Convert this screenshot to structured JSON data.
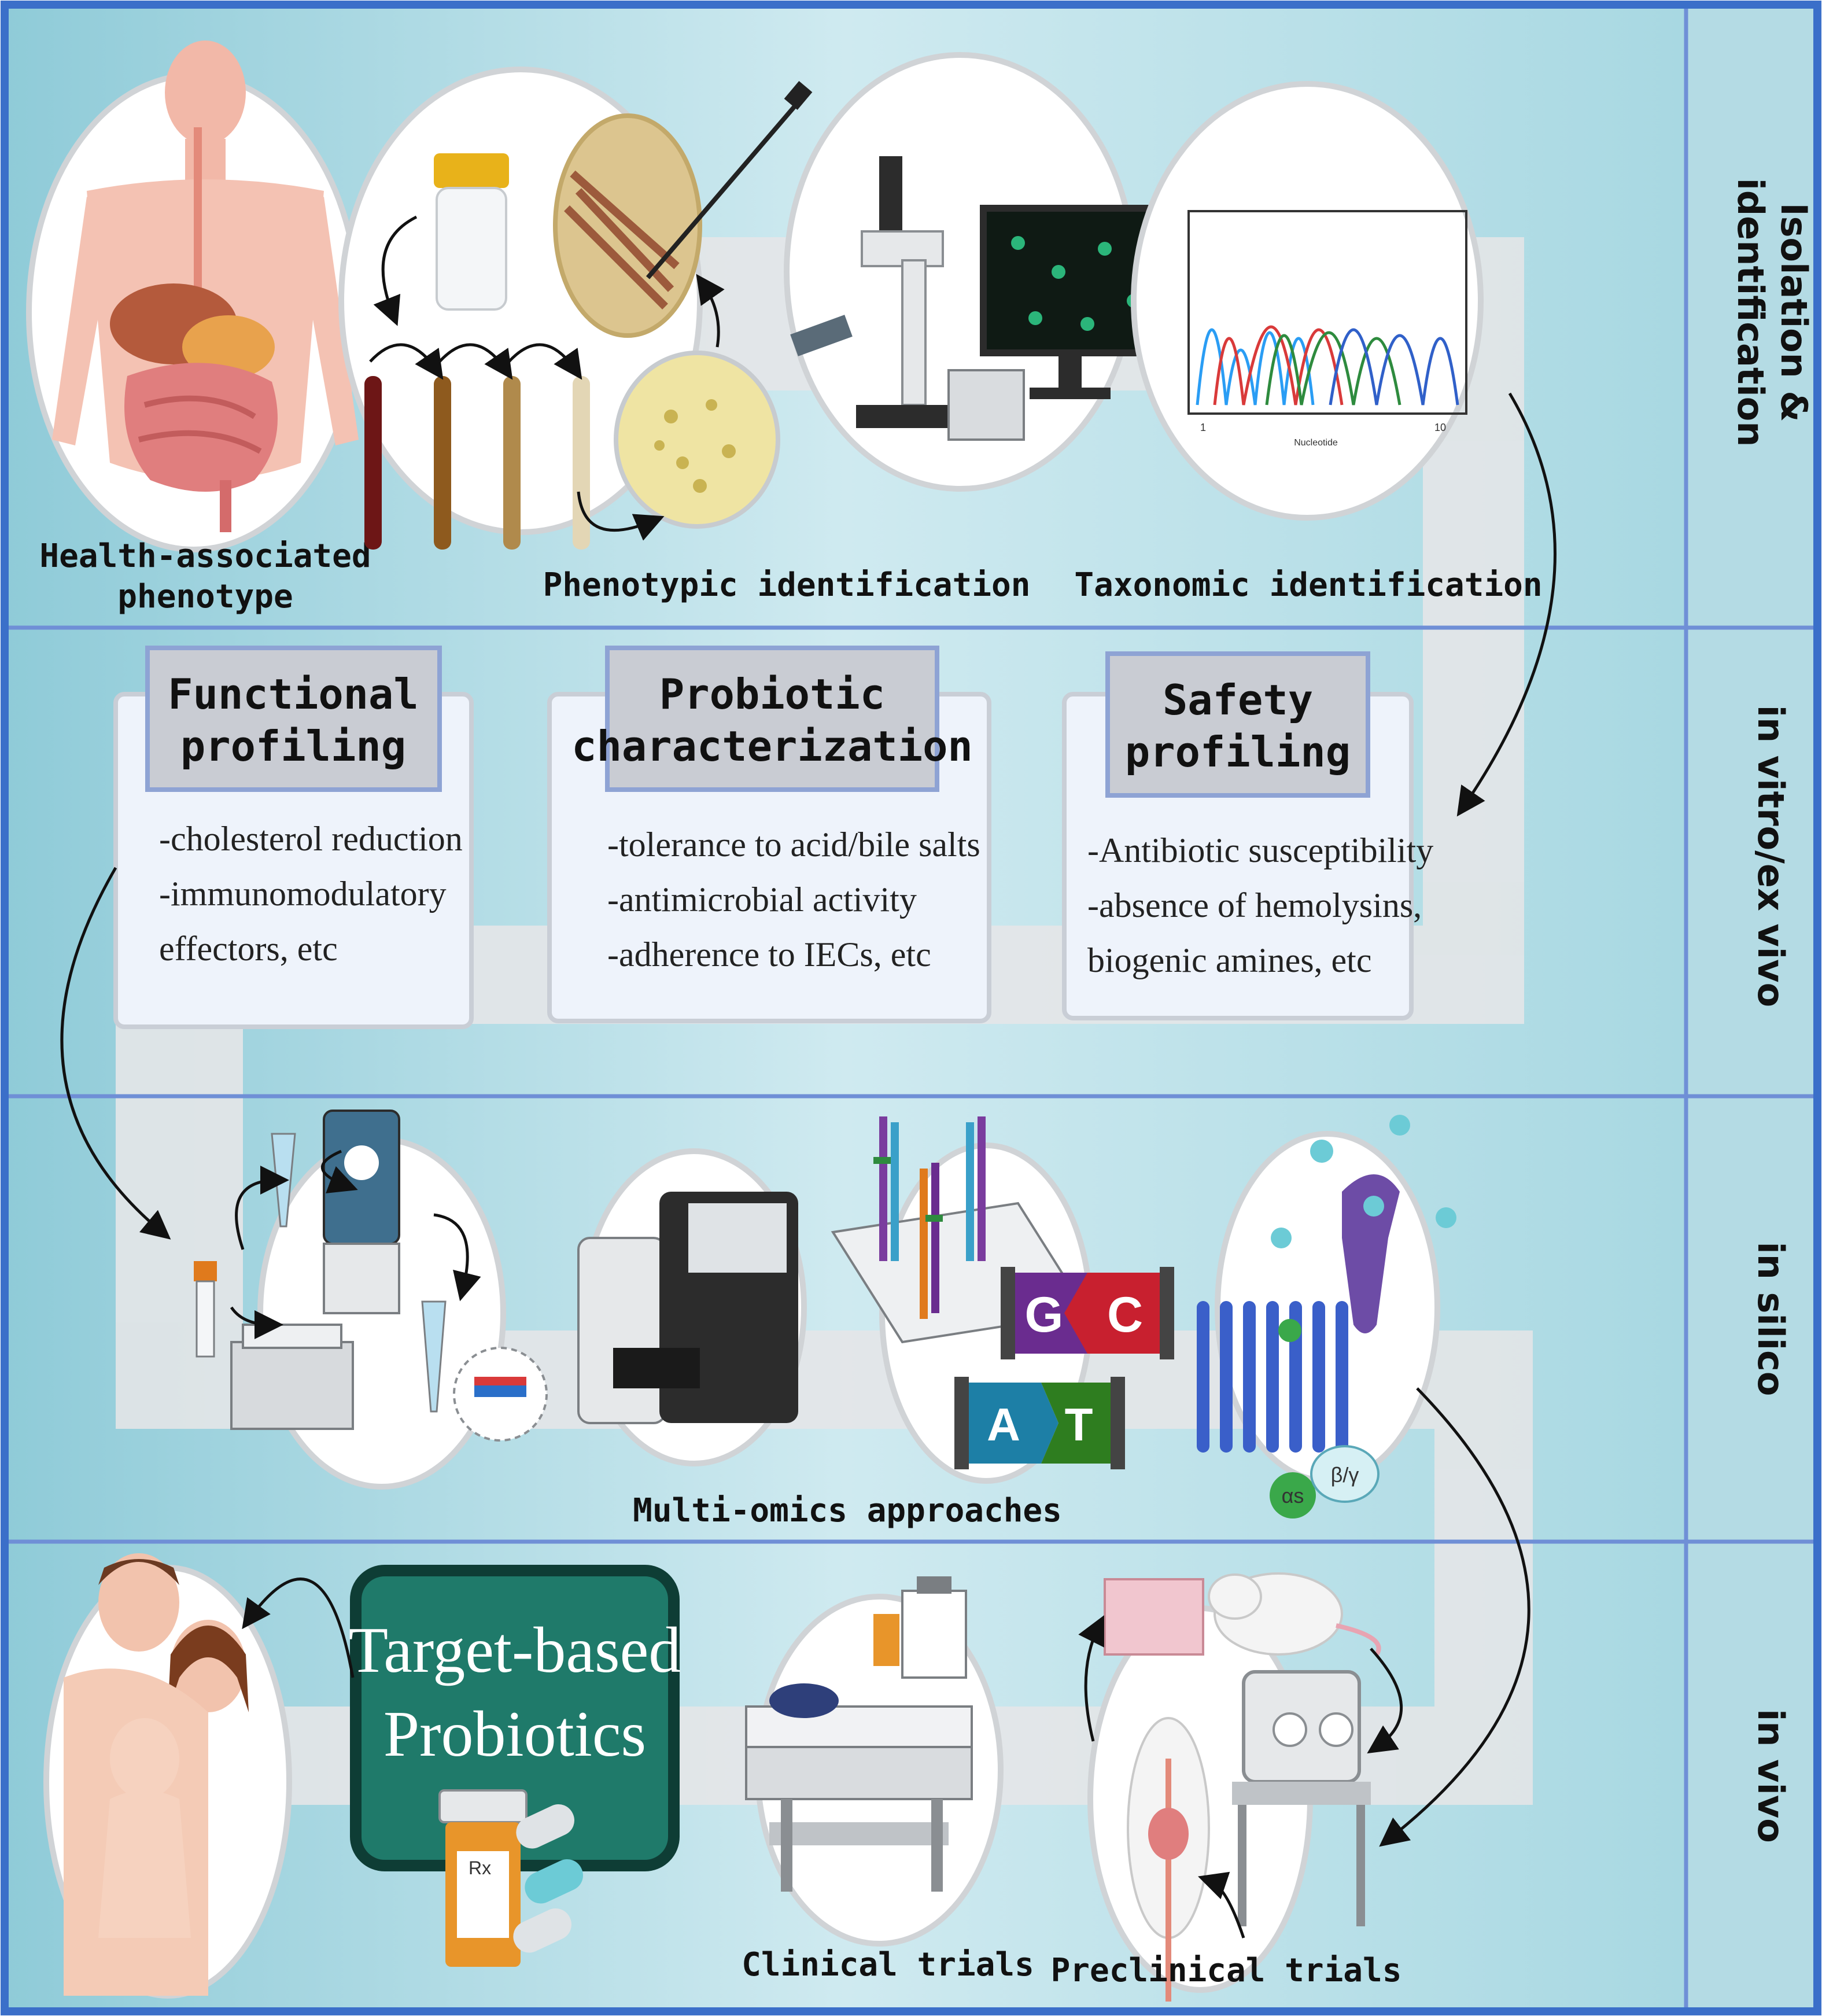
{
  "stages": [
    {
      "line1": "Isolation &",
      "line2": "identification"
    },
    {
      "line1": "in vitro/ex vivo",
      "line2": ""
    },
    {
      "line1": "in silico",
      "line2": ""
    },
    {
      "line1": "in vivo",
      "line2": ""
    }
  ],
  "captions": {
    "health_line1": "Health-associated",
    "health_line2": "phenotype",
    "phenotypic": "Phenotypic identification",
    "taxonomic": "Taxonomic identification",
    "multiomics": "Multi-omics approaches",
    "clinical": "Clinical trials",
    "preclinical": "Preclinical trials"
  },
  "chromatogram": {
    "tick_start": "1",
    "tick_end": "10",
    "axis_label": "Nucleotide"
  },
  "boxes": [
    {
      "title1": "Functional",
      "title2": "profiling",
      "bullets": [
        "-cholesterol reduction",
        "-immunomodulatory",
        "effectors, etc"
      ]
    },
    {
      "title1": "Probiotic",
      "title2": "characterization",
      "bullets": [
        "-tolerance to acid/bile salts",
        "-antimicrobial activity",
        "-adherence to IECs, etc"
      ]
    },
    {
      "title1": "Safety",
      "title2": "profiling",
      "bullets": [
        "-Antibiotic susceptibility",
        "-absence of hemolysins,",
        "biogenic amines, etc"
      ]
    }
  ],
  "nucleotides": [
    "G",
    "C",
    "A",
    "T"
  ],
  "gprotein": {
    "alpha": "αs",
    "beta": "β/γ"
  },
  "target": {
    "line1": "Target-based",
    "line2": "Probiotics"
  },
  "rx": "Rx",
  "colors": {
    "frame": "#3b6fc9",
    "band_light": "#cde8ee",
    "band_mid": "#9fd1dc",
    "side_panel": "#b4dbe4",
    "box_bg": "#eef3fb",
    "title_bg": "#c9ccd3",
    "title_border": "#8ea3d4",
    "target_bg": "#1f7a6a",
    "nt_g": "#6a2c8f",
    "nt_c": "#c8202f",
    "nt_a": "#1d7fa6",
    "nt_t": "#2e7d1f"
  }
}
